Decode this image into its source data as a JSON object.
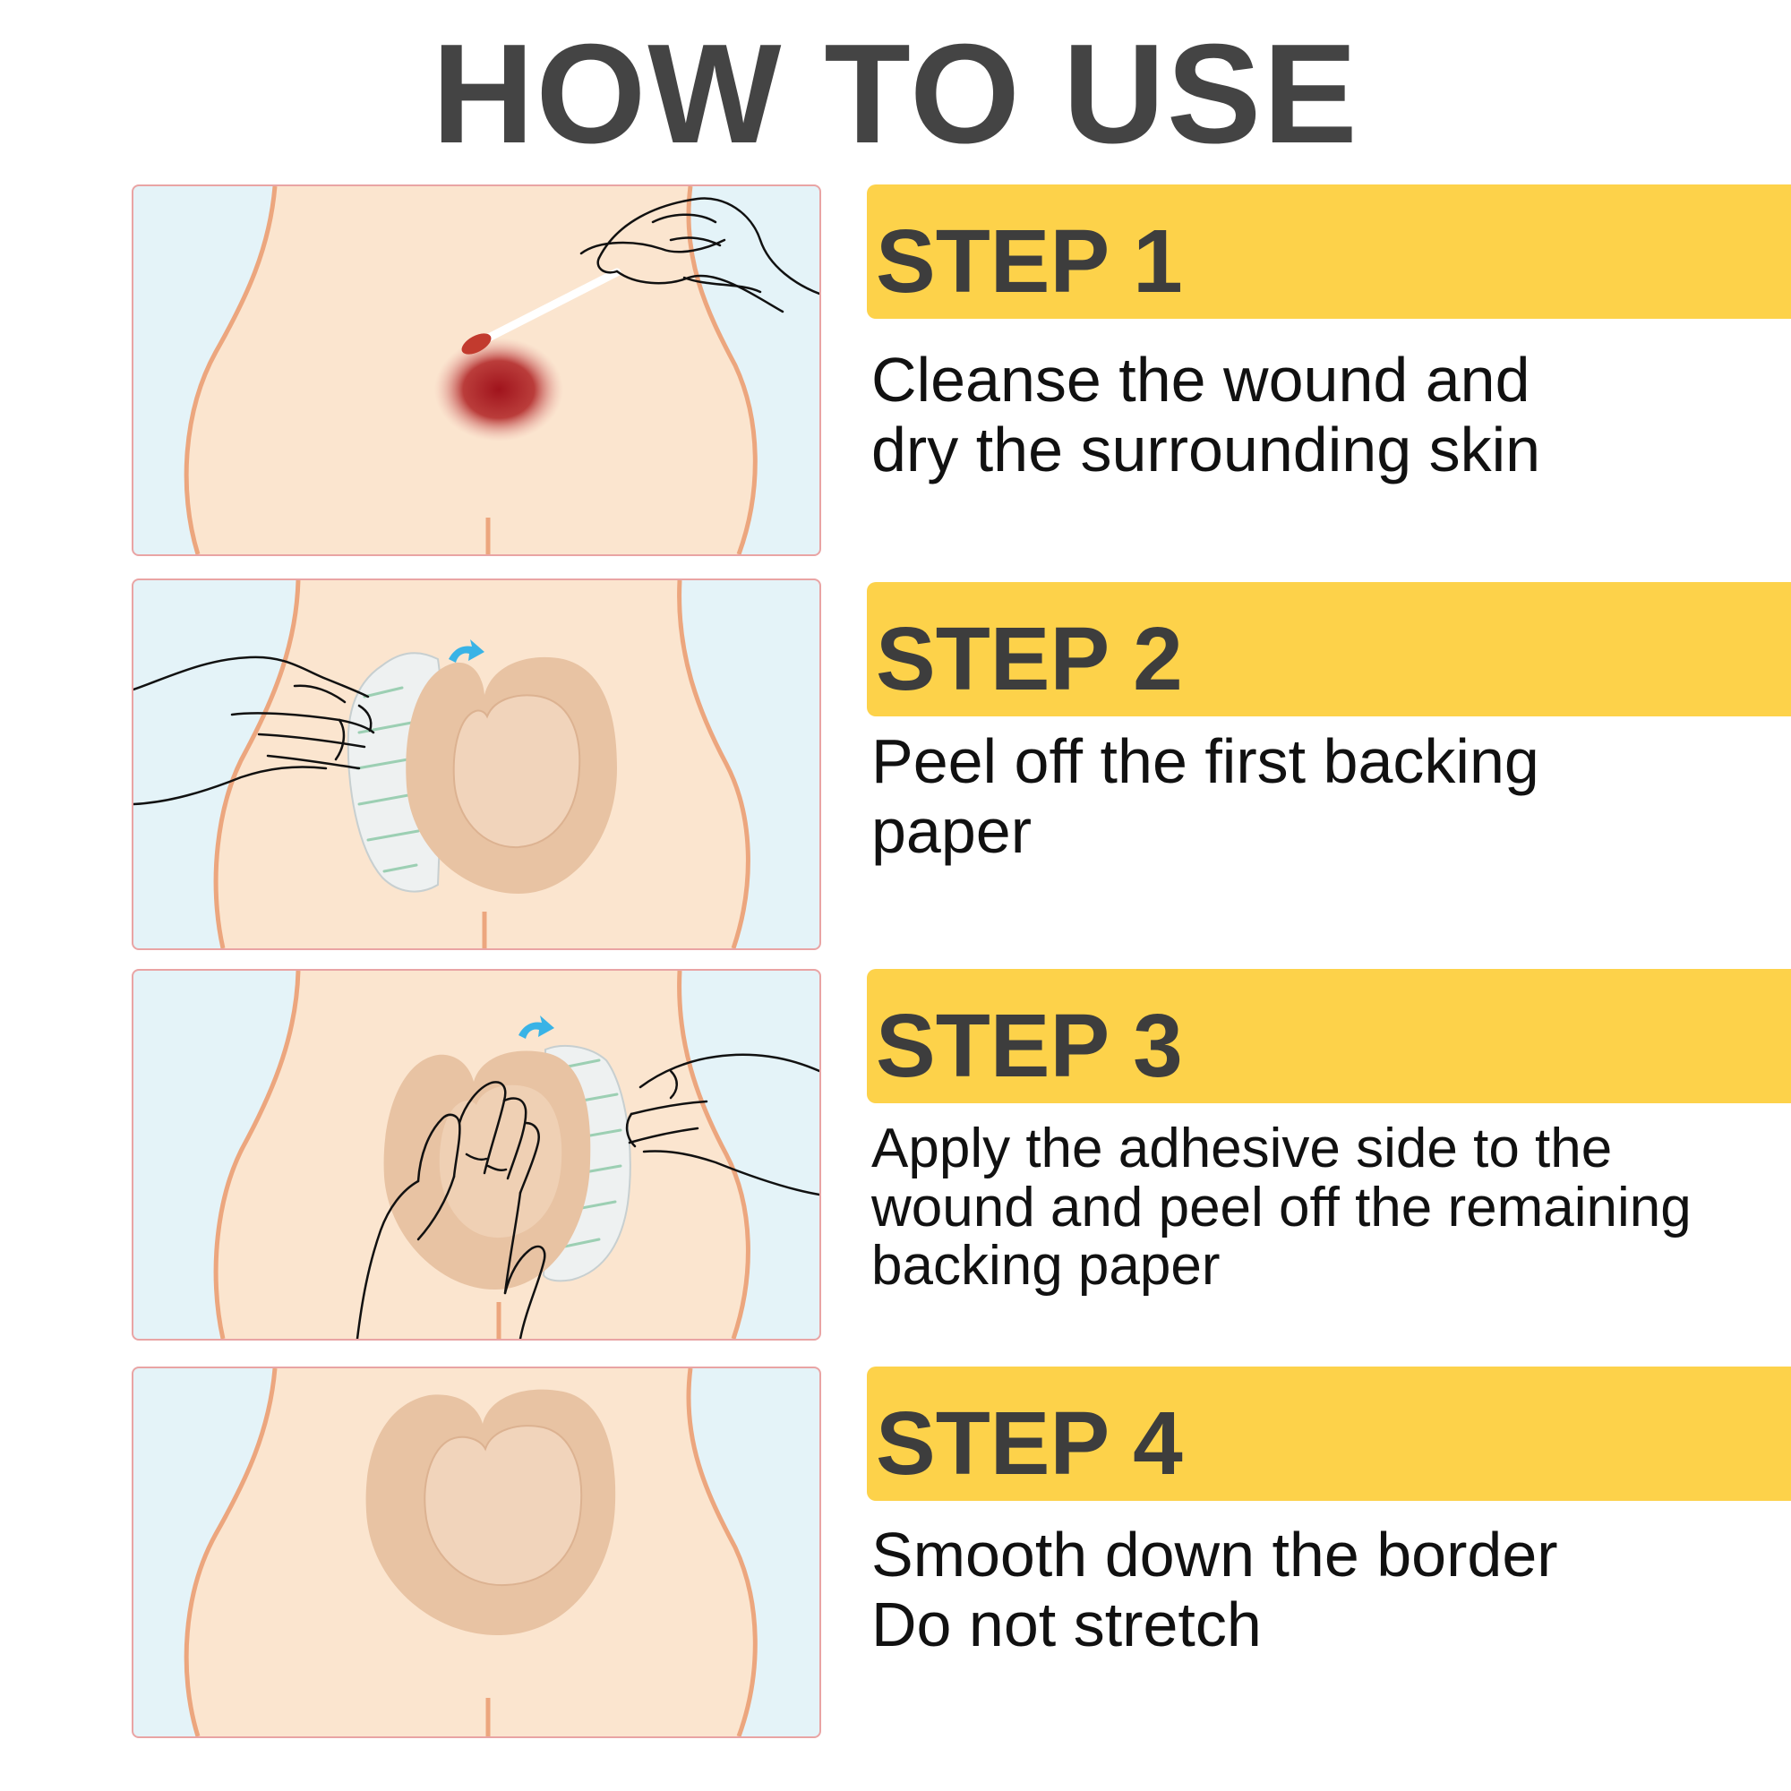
{
  "title": "HOW TO USE",
  "colors": {
    "title": "#444444",
    "step_bar": "#fdd24a",
    "panel_bg": "#e4f3f8",
    "skin": "#fbe5cf",
    "body_outline": "#eca67e",
    "dressing": "#e8c3a3",
    "arrow": "#39b3e6"
  },
  "steps": [
    {
      "label": "STEP 1",
      "lines": [
        "Cleanse the wound and",
        "dry the surrounding skin"
      ]
    },
    {
      "label": "STEP 2",
      "lines": [
        "Peel off the first backing",
        "paper"
      ]
    },
    {
      "label": "STEP 3",
      "lines": [
        "Apply the adhesive side to the",
        "wound and peel off the remaining",
        "backing paper"
      ]
    },
    {
      "label": "STEP 4",
      "lines": [
        "Smooth down the border",
        "Do not stretch"
      ]
    }
  ]
}
